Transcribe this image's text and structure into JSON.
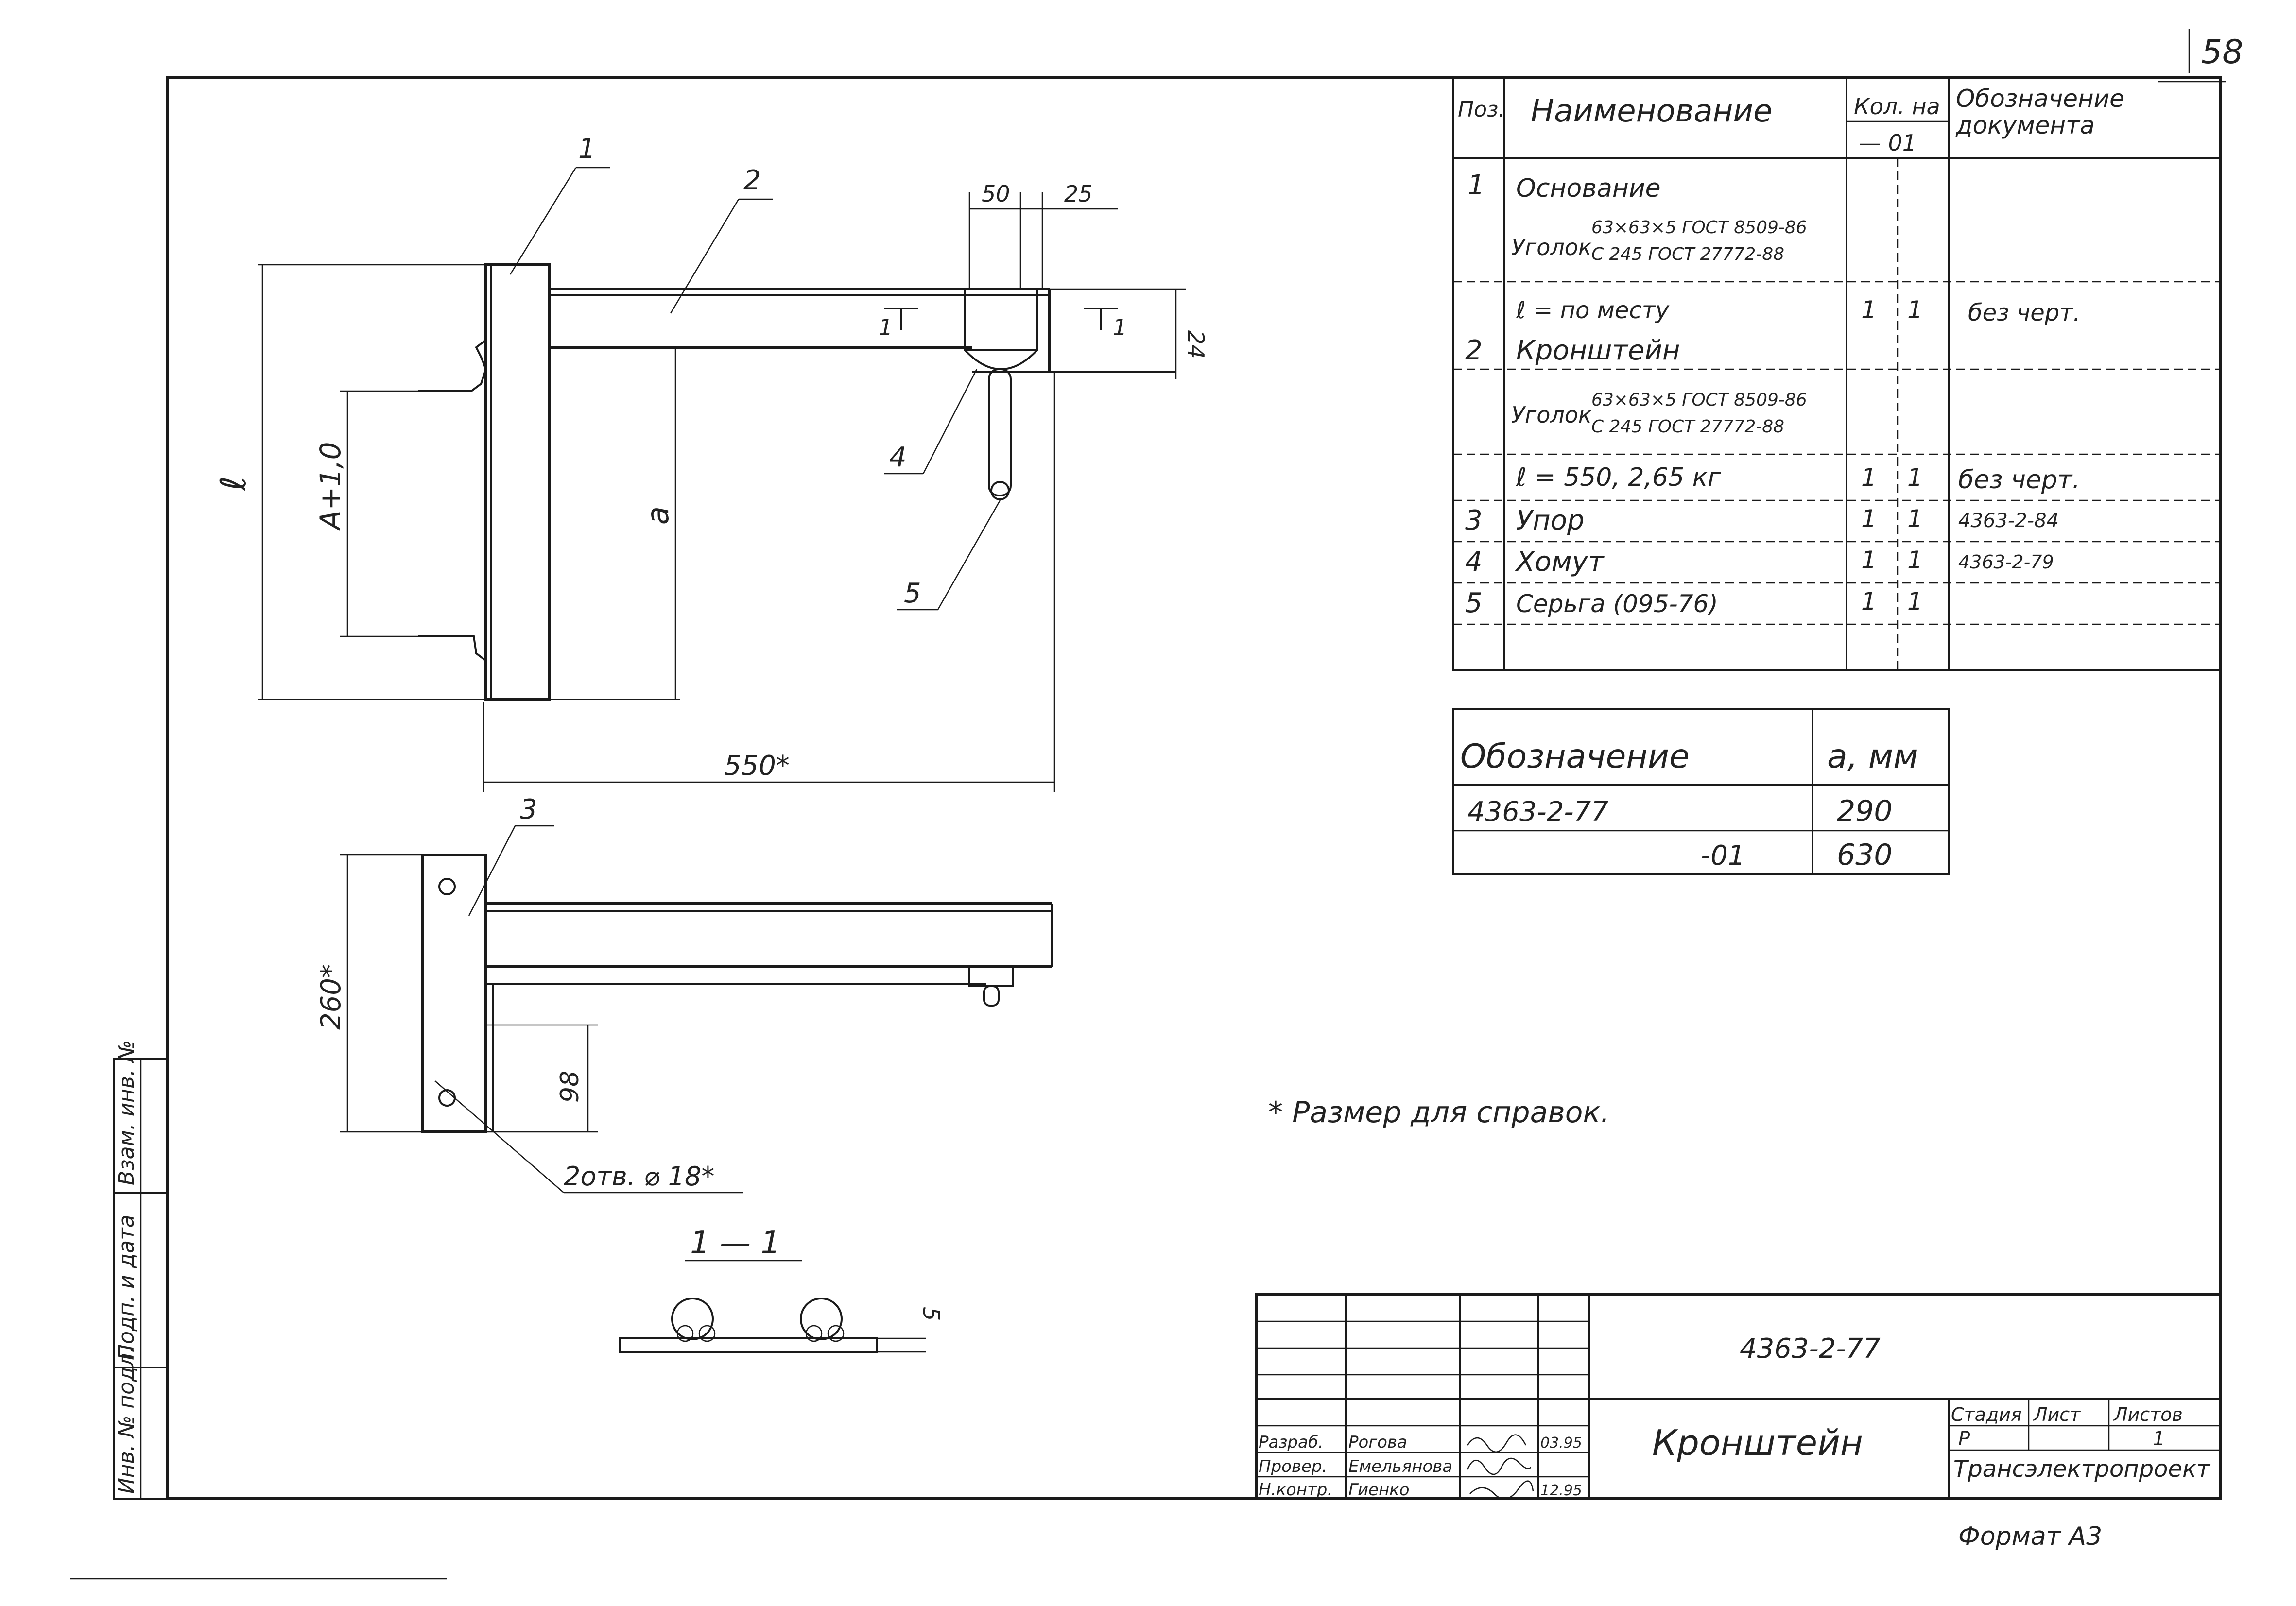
{
  "sheet_number": "58",
  "spec_table": {
    "headers": {
      "pos": "Поз.",
      "name": "Наименование",
      "qty": "Кол. на",
      "qty_variant": "— 01",
      "doc": "Обозначение",
      "doc2": "документа"
    },
    "rows": [
      {
        "pos": "1",
        "name": "Основание",
        "q1": "",
        "q2": "",
        "doc": ""
      },
      {
        "pos": "",
        "name": "Уголок",
        "spec1": "63×63×5 ГОСТ 8509-86",
        "spec2": "С 245 ГОСТ 27772-88",
        "q1": "",
        "q2": "",
        "doc": ""
      },
      {
        "pos": "",
        "name": "ℓ = по месту",
        "q1": "1",
        "q2": "1",
        "doc": "без черт."
      },
      {
        "pos": "2",
        "name": "Кронштейн",
        "q1": "",
        "q2": "",
        "doc": ""
      },
      {
        "pos": "",
        "name": "Уголок",
        "spec1": "63×63×5 ГОСТ 8509-86",
        "spec2": "С 245 ГОСТ 27772-88",
        "q1": "",
        "q2": "",
        "doc": ""
      },
      {
        "pos": "",
        "name": "ℓ = 550, 2,65 кг",
        "q1": "1",
        "q2": "1",
        "doc": "без черт."
      },
      {
        "pos": "3",
        "name": "Упор",
        "q1": "1",
        "q2": "1",
        "doc": "4363-2-84"
      },
      {
        "pos": "4",
        "name": "Хомут",
        "q1": "1",
        "q2": "1",
        "doc": "4363-2-79"
      },
      {
        "pos": "5",
        "name": "Серьга (095-76)",
        "q1": "1",
        "q2": "1",
        "doc": ""
      }
    ]
  },
  "variant_table": {
    "headers": {
      "designation": "Обозначение",
      "a": "а, мм"
    },
    "rows": [
      {
        "designation": "4363-2-77",
        "a": "290"
      },
      {
        "designation": "-01",
        "a": "630"
      }
    ]
  },
  "drawing": {
    "labels": {
      "pos1": "1",
      "pos2": "2",
      "pos3": "3",
      "pos4": "4",
      "pos5": "5",
      "dim_l": "ℓ",
      "dim_A": "А+1,0",
      "dim_a": "а",
      "dim_550": "550*",
      "dim_50": "50",
      "dim_25": "25",
      "dim_24": "24",
      "dim_260": "260*",
      "dim_98": "98",
      "dim_5": "5",
      "holes": "2отв. ⌀ 18*",
      "section_mark": "1",
      "section_title": "1 — 1"
    },
    "note": "* Размер для справок."
  },
  "title_block": {
    "document_code": "4363-2-77",
    "title": "Кронштейн",
    "stage_label": "Стадия",
    "sheet_label": "Лист",
    "sheets_label": "Листов",
    "stage": "Р",
    "sheets": "1",
    "organization": "Трансэлектропроект",
    "roles": [
      {
        "role": "Разраб.",
        "name": "Рогова",
        "date": "03.95"
      },
      {
        "role": "Провер.",
        "name": "Емельянова",
        "date": ""
      },
      {
        "role": "Н.контр.",
        "name": "Гиенко",
        "date": "12.95"
      }
    ]
  },
  "side_stamp": {
    "inv_podl": "Инв. № подл.",
    "podp_data": "Подп. и дата",
    "vzam_inv": "Взам. инв. №"
  },
  "format": "Формат А3"
}
